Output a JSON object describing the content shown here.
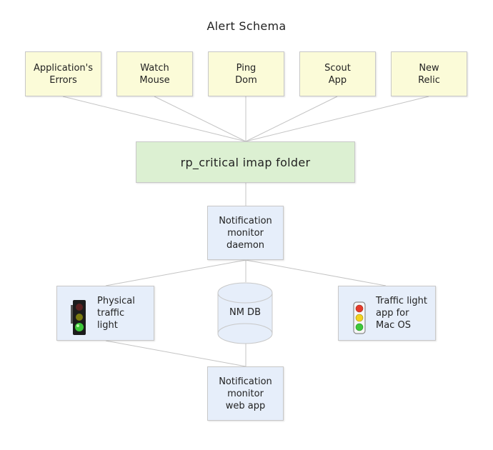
{
  "title": "Alert Schema",
  "sources": [
    {
      "label": "Application's\nErrors"
    },
    {
      "label": "Watch\nMouse"
    },
    {
      "label": "Ping\nDom"
    },
    {
      "label": "Scout\nApp"
    },
    {
      "label": "New\nRelic"
    }
  ],
  "folder": {
    "label": "rp_critical imap folder"
  },
  "daemon": {
    "label": "Notification\nmonitor\ndaemon"
  },
  "physical_light": {
    "label": "Physical\ntraffic\nlight",
    "icon": "traffic-light-icon"
  },
  "database": {
    "label": "NM DB"
  },
  "mac_app": {
    "label": "Traffic light\napp for\nMac OS",
    "icon": "traffic-light-app-icon"
  },
  "web_app": {
    "label": "Notification\nmonitor\nweb app"
  },
  "colors": {
    "source_fill": "#fbfbd8",
    "folder_fill": "#dcf0d2",
    "node_fill": "#e6eefa",
    "border": "#c8c8c8",
    "connector": "#c4c4c4",
    "light_red": "#e53a2a",
    "light_yellow": "#f2d21d",
    "light_green": "#3ec83a"
  }
}
